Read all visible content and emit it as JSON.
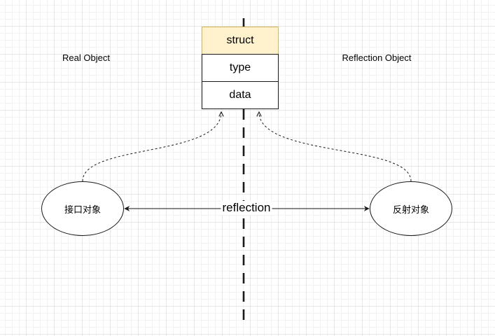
{
  "diagram": {
    "left_label": "Real Object",
    "right_label": "Reflection Object",
    "struct_fields": [
      "struct",
      "type",
      "data"
    ],
    "left_node": "接口对象",
    "right_node": "反射对象",
    "edge_label": "reflection",
    "colors": {
      "header_fill": "#fff2cc",
      "header_border": "#d6b656",
      "stroke": "#1a1a1a",
      "grid": "#e6e6e6"
    }
  }
}
